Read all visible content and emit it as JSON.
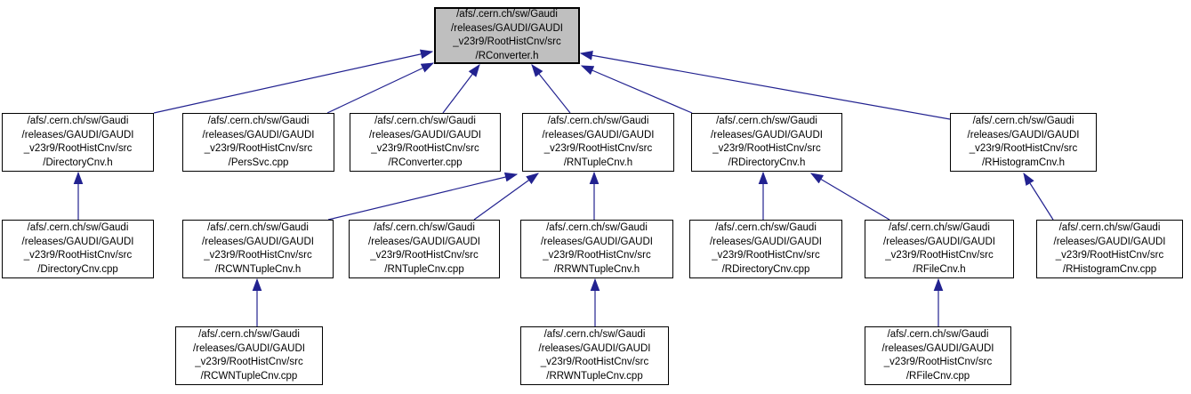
{
  "diagram": {
    "type": "include-dependency-graph",
    "path_prefix": "/afs/.cern.ch/sw/Gaudi/releases/GAUDI/GAUDI_v23r9/RootHistCnv/src",
    "colors": {
      "edge": "#222290",
      "node_border": "#000000",
      "node_fill": "#ffffff",
      "root_node_fill": "#bfbfbf",
      "text": "#000000"
    },
    "nodes": [
      {
        "id": "RConverter.h",
        "label": "/afs/.cern.ch/sw/Gaudi\n/releases/GAUDI/GAUDI\n_v23r9/RootHistCnv/src\n/RConverter.h"
      },
      {
        "id": "DirectoryCnv.h",
        "label": "/afs/.cern.ch/sw/Gaudi\n/releases/GAUDI/GAUDI\n_v23r9/RootHistCnv/src\n/DirectoryCnv.h"
      },
      {
        "id": "PersSvc.cpp",
        "label": "/afs/.cern.ch/sw/Gaudi\n/releases/GAUDI/GAUDI\n_v23r9/RootHistCnv/src\n/PersSvc.cpp"
      },
      {
        "id": "RConverter.cpp",
        "label": "/afs/.cern.ch/sw/Gaudi\n/releases/GAUDI/GAUDI\n_v23r9/RootHistCnv/src\n/RConverter.cpp"
      },
      {
        "id": "RNTupleCnv.h",
        "label": "/afs/.cern.ch/sw/Gaudi\n/releases/GAUDI/GAUDI\n_v23r9/RootHistCnv/src\n/RNTupleCnv.h"
      },
      {
        "id": "RDirectoryCnv.h",
        "label": "/afs/.cern.ch/sw/Gaudi\n/releases/GAUDI/GAUDI\n_v23r9/RootHistCnv/src\n/RDirectoryCnv.h"
      },
      {
        "id": "RHistogramCnv.h",
        "label": "/afs/.cern.ch/sw/Gaudi\n/releases/GAUDI/GAUDI\n_v23r9/RootHistCnv/src\n/RHistogramCnv.h"
      },
      {
        "id": "DirectoryCnv.cpp",
        "label": "/afs/.cern.ch/sw/Gaudi\n/releases/GAUDI/GAUDI\n_v23r9/RootHistCnv/src\n/DirectoryCnv.cpp"
      },
      {
        "id": "RCWNTupleCnv.h",
        "label": "/afs/.cern.ch/sw/Gaudi\n/releases/GAUDI/GAUDI\n_v23r9/RootHistCnv/src\n/RCWNTupleCnv.h"
      },
      {
        "id": "RNTupleCnv.cpp",
        "label": "/afs/.cern.ch/sw/Gaudi\n/releases/GAUDI/GAUDI\n_v23r9/RootHistCnv/src\n/RNTupleCnv.cpp"
      },
      {
        "id": "RRWNTupleCnv.h",
        "label": "/afs/.cern.ch/sw/Gaudi\n/releases/GAUDI/GAUDI\n_v23r9/RootHistCnv/src\n/RRWNTupleCnv.h"
      },
      {
        "id": "RDirectoryCnv.cpp",
        "label": "/afs/.cern.ch/sw/Gaudi\n/releases/GAUDI/GAUDI\n_v23r9/RootHistCnv/src\n/RDirectoryCnv.cpp"
      },
      {
        "id": "RFileCnv.h",
        "label": "/afs/.cern.ch/sw/Gaudi\n/releases/GAUDI/GAUDI\n_v23r9/RootHistCnv/src\n/RFileCnv.h"
      },
      {
        "id": "RHistogramCnv.cpp",
        "label": "/afs/.cern.ch/sw/Gaudi\n/releases/GAUDI/GAUDI\n_v23r9/RootHistCnv/src\n/RHistogramCnv.cpp"
      },
      {
        "id": "RCWNTupleCnv.cpp",
        "label": "/afs/.cern.ch/sw/Gaudi\n/releases/GAUDI/GAUDI\n_v23r9/RootHistCnv/src\n/RCWNTupleCnv.cpp"
      },
      {
        "id": "RRWNTupleCnv.cpp",
        "label": "/afs/.cern.ch/sw/Gaudi\n/releases/GAUDI/GAUDI\n_v23r9/RootHistCnv/src\n/RRWNTupleCnv.cpp"
      },
      {
        "id": "RFileCnv.cpp",
        "label": "/afs/.cern.ch/sw/Gaudi\n/releases/GAUDI/GAUDI\n_v23r9/RootHistCnv/src\n/RFileCnv.cpp"
      }
    ],
    "edges": [
      {
        "from": "DirectoryCnv.h",
        "to": "RConverter.h"
      },
      {
        "from": "PersSvc.cpp",
        "to": "RConverter.h"
      },
      {
        "from": "RConverter.cpp",
        "to": "RConverter.h"
      },
      {
        "from": "RNTupleCnv.h",
        "to": "RConverter.h"
      },
      {
        "from": "RDirectoryCnv.h",
        "to": "RConverter.h"
      },
      {
        "from": "RHistogramCnv.h",
        "to": "RConverter.h"
      },
      {
        "from": "DirectoryCnv.cpp",
        "to": "DirectoryCnv.h"
      },
      {
        "from": "RCWNTupleCnv.h",
        "to": "RNTupleCnv.h"
      },
      {
        "from": "RNTupleCnv.cpp",
        "to": "RNTupleCnv.h"
      },
      {
        "from": "RRWNTupleCnv.h",
        "to": "RNTupleCnv.h"
      },
      {
        "from": "RDirectoryCnv.cpp",
        "to": "RDirectoryCnv.h"
      },
      {
        "from": "RFileCnv.h",
        "to": "RDirectoryCnv.h"
      },
      {
        "from": "RHistogramCnv.cpp",
        "to": "RHistogramCnv.h"
      },
      {
        "from": "RCWNTupleCnv.cpp",
        "to": "RCWNTupleCnv.h"
      },
      {
        "from": "RRWNTupleCnv.cpp",
        "to": "RRWNTupleCnv.h"
      },
      {
        "from": "RFileCnv.cpp",
        "to": "RFileCnv.h"
      }
    ]
  }
}
